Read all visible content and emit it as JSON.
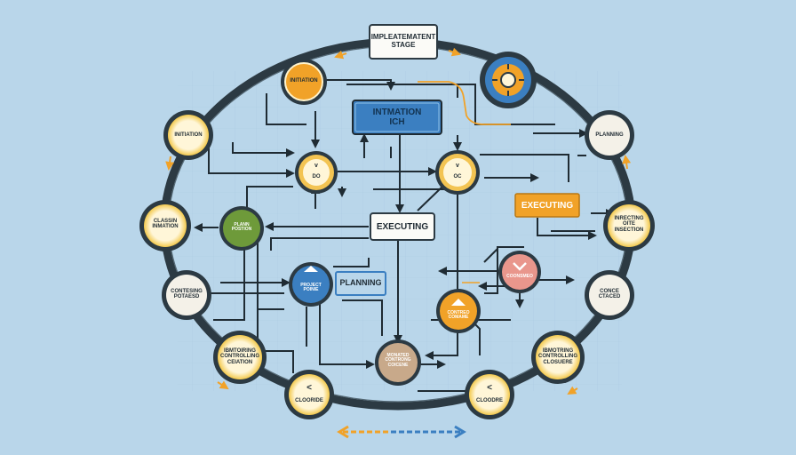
{
  "colors": {
    "background": "#b9d6ea",
    "ring": "#2c3a43",
    "accent_orange": "#f1a228",
    "blue": "#3b7fc1",
    "green": "#6e9a3a",
    "tan": "#c8a98a",
    "salmon": "#e9968c",
    "node_white": "#f4f1e8"
  },
  "header": {
    "stage_label": "IMPLEATEMATENT\nSTAGE"
  },
  "center_boxes": {
    "initiation": "INTMATION\nICH",
    "executing_main": "EXECUTING",
    "executing_side": "EXECUTING",
    "planning": "PLANNING"
  },
  "ring_nodes": [
    {
      "id": "initiation-top",
      "label": "INITIATION",
      "style": "orange"
    },
    {
      "id": "target-top-right",
      "label": "",
      "style": "orange-icon"
    },
    {
      "id": "initiation-left",
      "label": "INITIATION",
      "style": "white"
    },
    {
      "id": "planning-right",
      "label": "PLANNING",
      "style": "white"
    },
    {
      "id": "classin-left",
      "label": "CLASSIN\nINMATION",
      "style": "white"
    },
    {
      "id": "inrecting-right",
      "label": "INRECTING\nOITE\nINSECTION",
      "style": "white"
    },
    {
      "id": "contesing-left",
      "label": "CONTESING\nPOTAESD",
      "style": "white"
    },
    {
      "id": "conce-right",
      "label": "CONCE\nCTACED",
      "style": "white"
    },
    {
      "id": "ibmtoring-left",
      "label": "IBMTOIRING\nCONTROLLING\nCEIATION",
      "style": "white"
    },
    {
      "id": "ibmotring-right",
      "label": "IBMOTRING\nCONTROLLING\nCLOSUERE",
      "style": "white"
    },
    {
      "id": "clooride-left",
      "label": "CLOORIDE",
      "style": "white"
    },
    {
      "id": "cloodre-right",
      "label": "CLOODRE",
      "style": "white"
    }
  ],
  "inner_nodes": [
    {
      "id": "do-node",
      "label": "DO",
      "style": "orange"
    },
    {
      "id": "oc-node",
      "label": "OC",
      "style": "orange"
    },
    {
      "id": "plann-node",
      "label": "PLANN\nPOSTION",
      "style": "green"
    },
    {
      "id": "project-node",
      "label": "PROJECT\nPOINIE",
      "style": "blue"
    },
    {
      "id": "contreo-node",
      "label": "CONTREO\nCOMAME",
      "style": "orange"
    },
    {
      "id": "salmon-node",
      "label": "COONSMEO",
      "style": "salmon"
    },
    {
      "id": "monitor-node",
      "label": "MONATED\nCONTRONG\nCOICENE",
      "style": "tan"
    }
  ]
}
